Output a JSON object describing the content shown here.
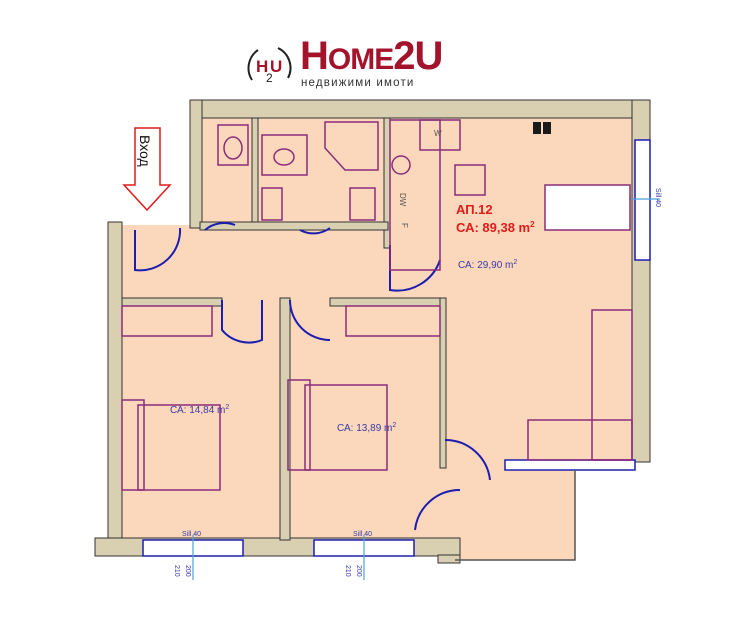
{
  "logo": {
    "mark": "H U 2",
    "brand_h": "H",
    "brand_rest": "OME",
    "brand_2u": "2U",
    "tagline": "недвижими имоти",
    "color": "#a3142c"
  },
  "entrance": {
    "label": "Вход"
  },
  "apartment": {
    "name": "АП.12",
    "area": "СА: 89,38 m",
    "sup": "2"
  },
  "rooms": {
    "living": {
      "area": "СА: 29,90 m",
      "sup": "2"
    },
    "bedroom1": {
      "area": "СА: 14,84 m",
      "sup": "2"
    },
    "bedroom2": {
      "area": "СА: 13,89 m",
      "sup": "2"
    }
  },
  "appliances": {
    "washer": "W",
    "dishwasher": "DW",
    "fridge": "F"
  },
  "windows": {
    "sill": "Sill 40",
    "height_a": "210",
    "height_b": "200"
  },
  "colors": {
    "floor": "#fbd8bb",
    "wall": "#d9cfb1",
    "furniture": "#8a2c7c",
    "door": "#1d1db0",
    "label_red": "#e01b1b",
    "label_blue": "#3a3aa8"
  }
}
